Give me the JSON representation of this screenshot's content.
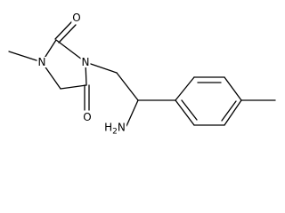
{
  "molecule": {
    "atoms": {
      "n1": "N",
      "n3": "N",
      "o2": "O",
      "o4": "O",
      "amine": "H2N"
    },
    "bond_color": "#000000",
    "background_color": "#ffffff"
  }
}
